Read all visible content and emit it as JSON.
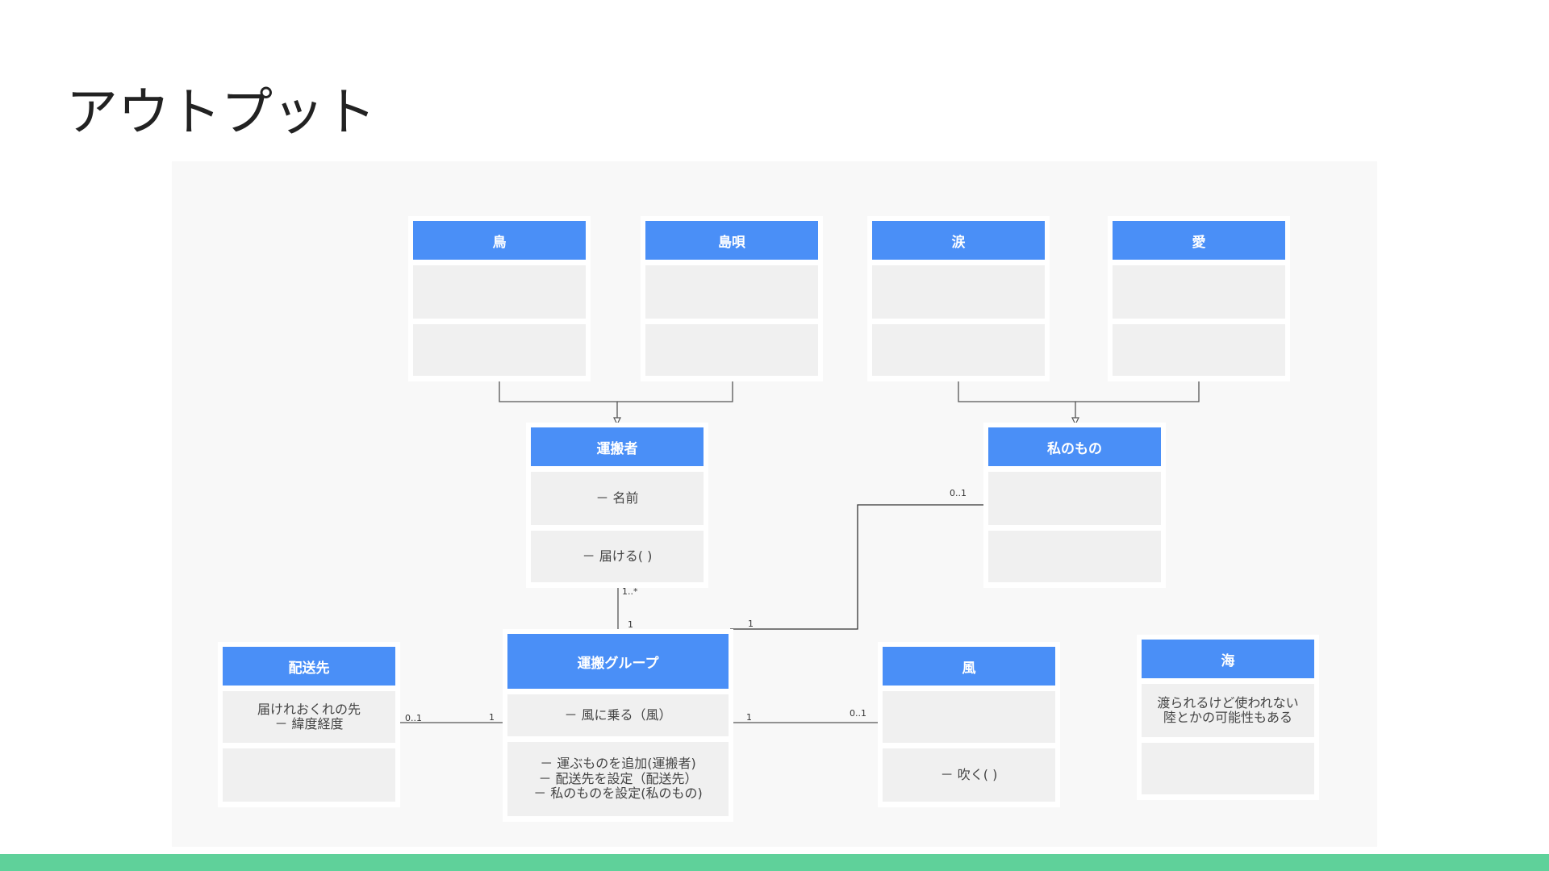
{
  "title": "アウトプット",
  "colors": {
    "header": "#4a8ff7",
    "section": "#f0f0f0",
    "accent_bar": "#5fd19a"
  },
  "classes": {
    "tori": {
      "name": "鳥",
      "attributes": [],
      "operations": []
    },
    "shimauta": {
      "name": "島唄",
      "attributes": [],
      "operations": []
    },
    "namida": {
      "name": "涙",
      "attributes": [],
      "operations": []
    },
    "ai": {
      "name": "愛",
      "attributes": [],
      "operations": []
    },
    "hakobisha": {
      "name": "運搬者",
      "attributes": [
        "－ 名前"
      ],
      "operations": [
        "－ 届ける( )"
      ]
    },
    "watashi": {
      "name": "私のもの",
      "attributes": [],
      "operations": []
    },
    "haisousaki": {
      "name": "配送先",
      "attributes": [
        "届けれおくれの先",
        "－ 緯度経度"
      ],
      "operations": []
    },
    "group": {
      "name": "運搬グループ",
      "attributes": [
        "－ 風に乗る（風）"
      ],
      "operations": [
        "－ 運ぶものを追加(運搬者)",
        "－ 配送先を設定（配送先）",
        "－ 私のものを設定(私のもの)"
      ]
    },
    "kaze": {
      "name": "風",
      "attributes": [],
      "operations": [
        "－ 吹く( )"
      ]
    },
    "umi": {
      "name": "海",
      "attributes": [
        "渡られるけど使われない",
        "陸とかの可能性もある"
      ],
      "operations": []
    }
  },
  "multiplicities": {
    "hakobisha_group_top": "1..*",
    "hakobisha_group_bottom": "1",
    "group_watashi_group": "1",
    "group_watashi_watashi": "0..1",
    "haisousaki_group_left": "0..1",
    "haisousaki_group_right": "1",
    "group_kaze_left": "1",
    "group_kaze_right": "0..1"
  }
}
